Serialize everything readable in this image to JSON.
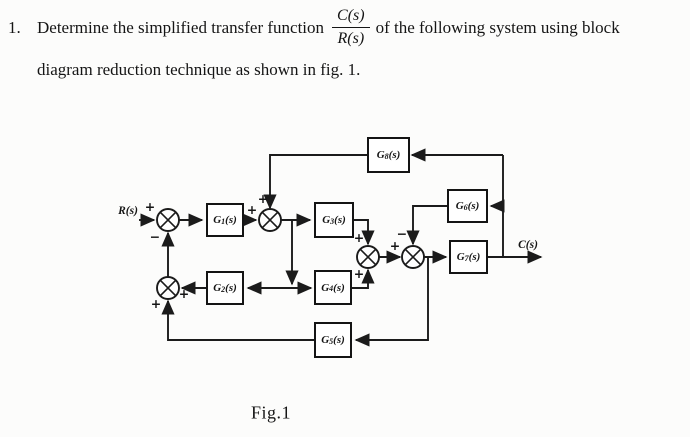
{
  "problem": {
    "number": "1.",
    "text_before": "Determine the simplified transfer function",
    "fraction": {
      "numerator": "C(s)",
      "denominator": "R(s)"
    },
    "text_after": "of the following system using block",
    "line2": "diagram reduction technique as shown in fig. 1."
  },
  "diagram": {
    "input_label": "R(s)",
    "output_label": "C(s)",
    "caption": "Fig.1",
    "blocks": [
      {
        "name": "G1",
        "base": "G",
        "sub": "1",
        "suffix": "(s)"
      },
      {
        "name": "G2",
        "base": "G",
        "sub": "2",
        "suffix": "(s)"
      },
      {
        "name": "G3",
        "base": "G",
        "sub": "3",
        "suffix": "(s)"
      },
      {
        "name": "G4",
        "base": "G",
        "sub": "4",
        "suffix": "(s)"
      },
      {
        "name": "G5",
        "base": "G",
        "sub": "5",
        "suffix": "(s)"
      },
      {
        "name": "G6",
        "base": "G",
        "sub": "6",
        "suffix": "(s)"
      },
      {
        "name": "G7",
        "base": "G",
        "sub": "7",
        "suffix": "(s)"
      },
      {
        "name": "G8",
        "base": "G",
        "sub": "8",
        "suffix": "(s)"
      }
    ],
    "signs": {
      "sum1_input": "+",
      "sum1_feedback": "−",
      "sum2_input": "+",
      "sum2_top": "+",
      "sum3_top": "+",
      "sum3_bottom": "+",
      "sum4_input": "+",
      "sum4_top": "−",
      "sum5_input": "+",
      "sum5_bottom": "+"
    },
    "colors": {
      "ink": "#1b1b1b",
      "paper": "#fcfcfb"
    }
  }
}
